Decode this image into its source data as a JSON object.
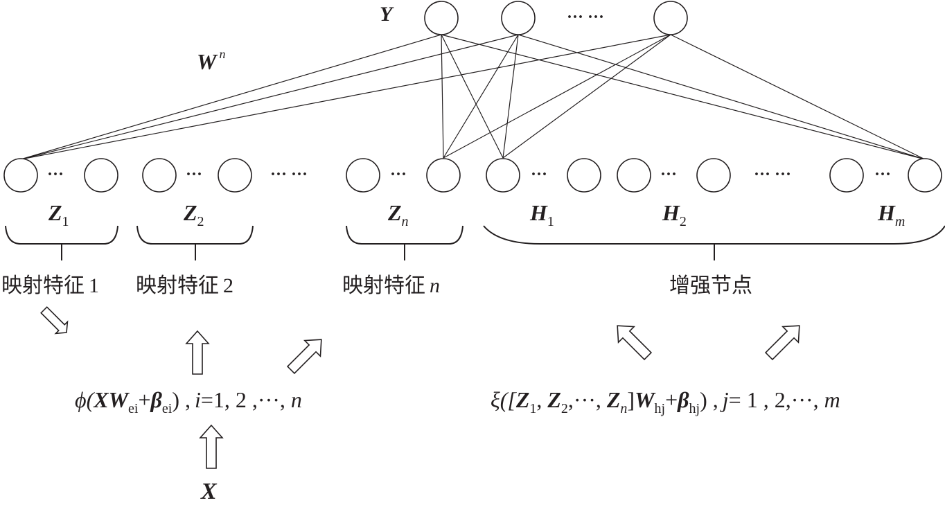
{
  "output_label": "Y",
  "weight_label": "W",
  "weight_sup": "n",
  "input_label": "X",
  "dots_short": "···",
  "dots_long": "··· ···",
  "output_dots": "··· ···",
  "groups": [
    {
      "var": "Z",
      "sub": "1"
    },
    {
      "var": "Z",
      "sub": "2"
    },
    {
      "var": "Z",
      "sub": "n"
    },
    {
      "var": "H",
      "sub": "1"
    },
    {
      "var": "H",
      "sub": "2"
    },
    {
      "var": "H",
      "sub": "m"
    }
  ],
  "features": [
    {
      "text": "映射特征",
      "num": "1"
    },
    {
      "text": "映射特征",
      "num": "2"
    },
    {
      "text": "映射特征",
      "num": "n"
    }
  ],
  "enhance_label": "增强节点",
  "formula_left": {
    "phi": "ϕ(",
    "X": "X",
    "W": "W",
    "W_sub": "ei",
    "plus": "+",
    "beta": "β",
    "beta_sub": "ei",
    "close": ") ,",
    "i": "i",
    "range": "=1, 2 ,···, ",
    "n": "n"
  },
  "formula_right": {
    "xi": "ξ([",
    "Z": "Z",
    "s1": "1",
    "comma": ", ",
    "s2": "2",
    "mid": ",···, ",
    "sn": "n",
    "close_bracket": "]",
    "W": "W",
    "W_sub": "hj",
    "plus": "+",
    "beta": "β",
    "beta_sub": "hj",
    "close": ") ,",
    "j": "j",
    "range": "= 1 , 2,···, ",
    "m": "m"
  }
}
